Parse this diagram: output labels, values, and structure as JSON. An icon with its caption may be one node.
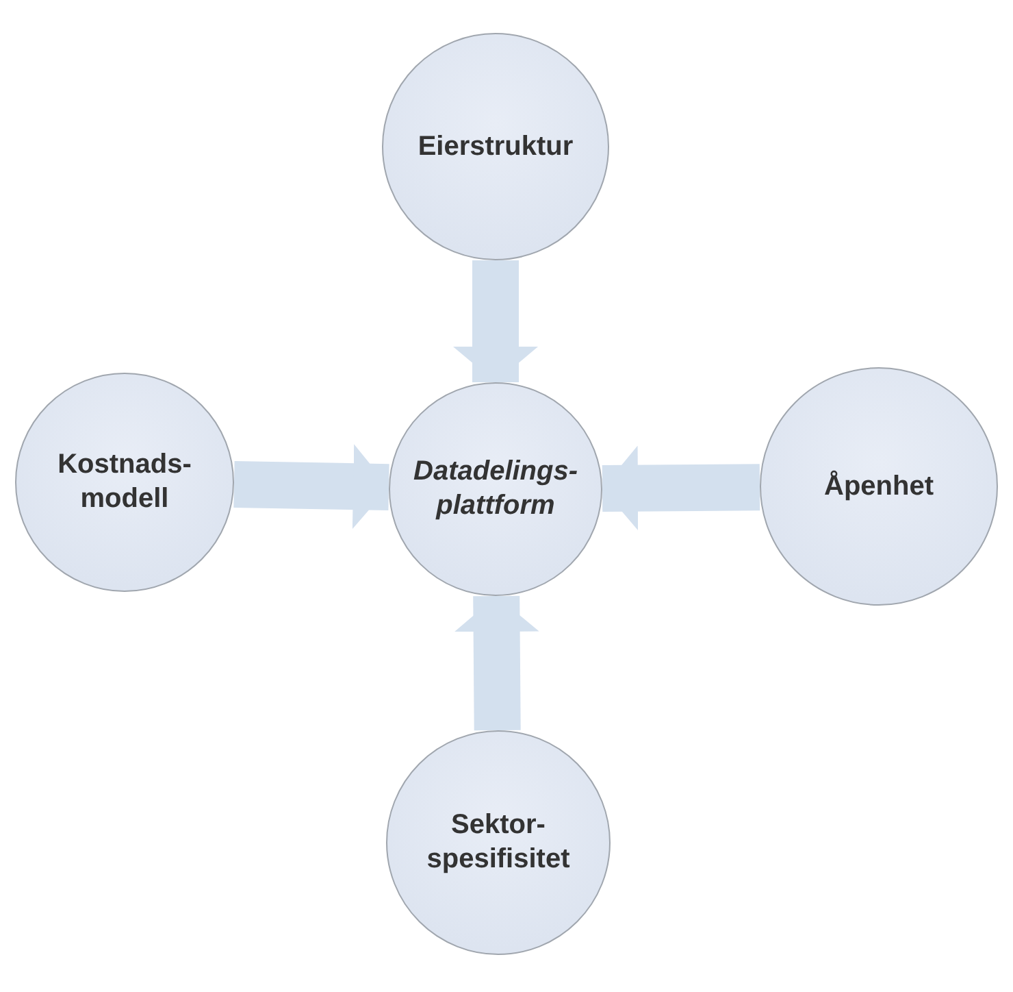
{
  "diagram": {
    "nodes": [
      {
        "text": [
          "Eierstruktur"
        ]
      },
      {
        "text": [
          "Kostnads- modell"
        ]
      },
      {
        "text": [
          "Datadelings- plattform"
        ]
      },
      {
        "text": [
          "Åpenhet"
        ]
      },
      {
        "text": [
          "Sektor- spesifisitet"
        ]
      }
    ],
    "edges": [
      {
        "from": 0,
        "to": 2,
        "arrow": "to"
      },
      {
        "from": 1,
        "to": 2,
        "arrow": "to"
      },
      {
        "from": 3,
        "to": 2,
        "arrow": "to"
      },
      {
        "from": 4,
        "to": 2,
        "arrow": "to"
      }
    ]
  }
}
